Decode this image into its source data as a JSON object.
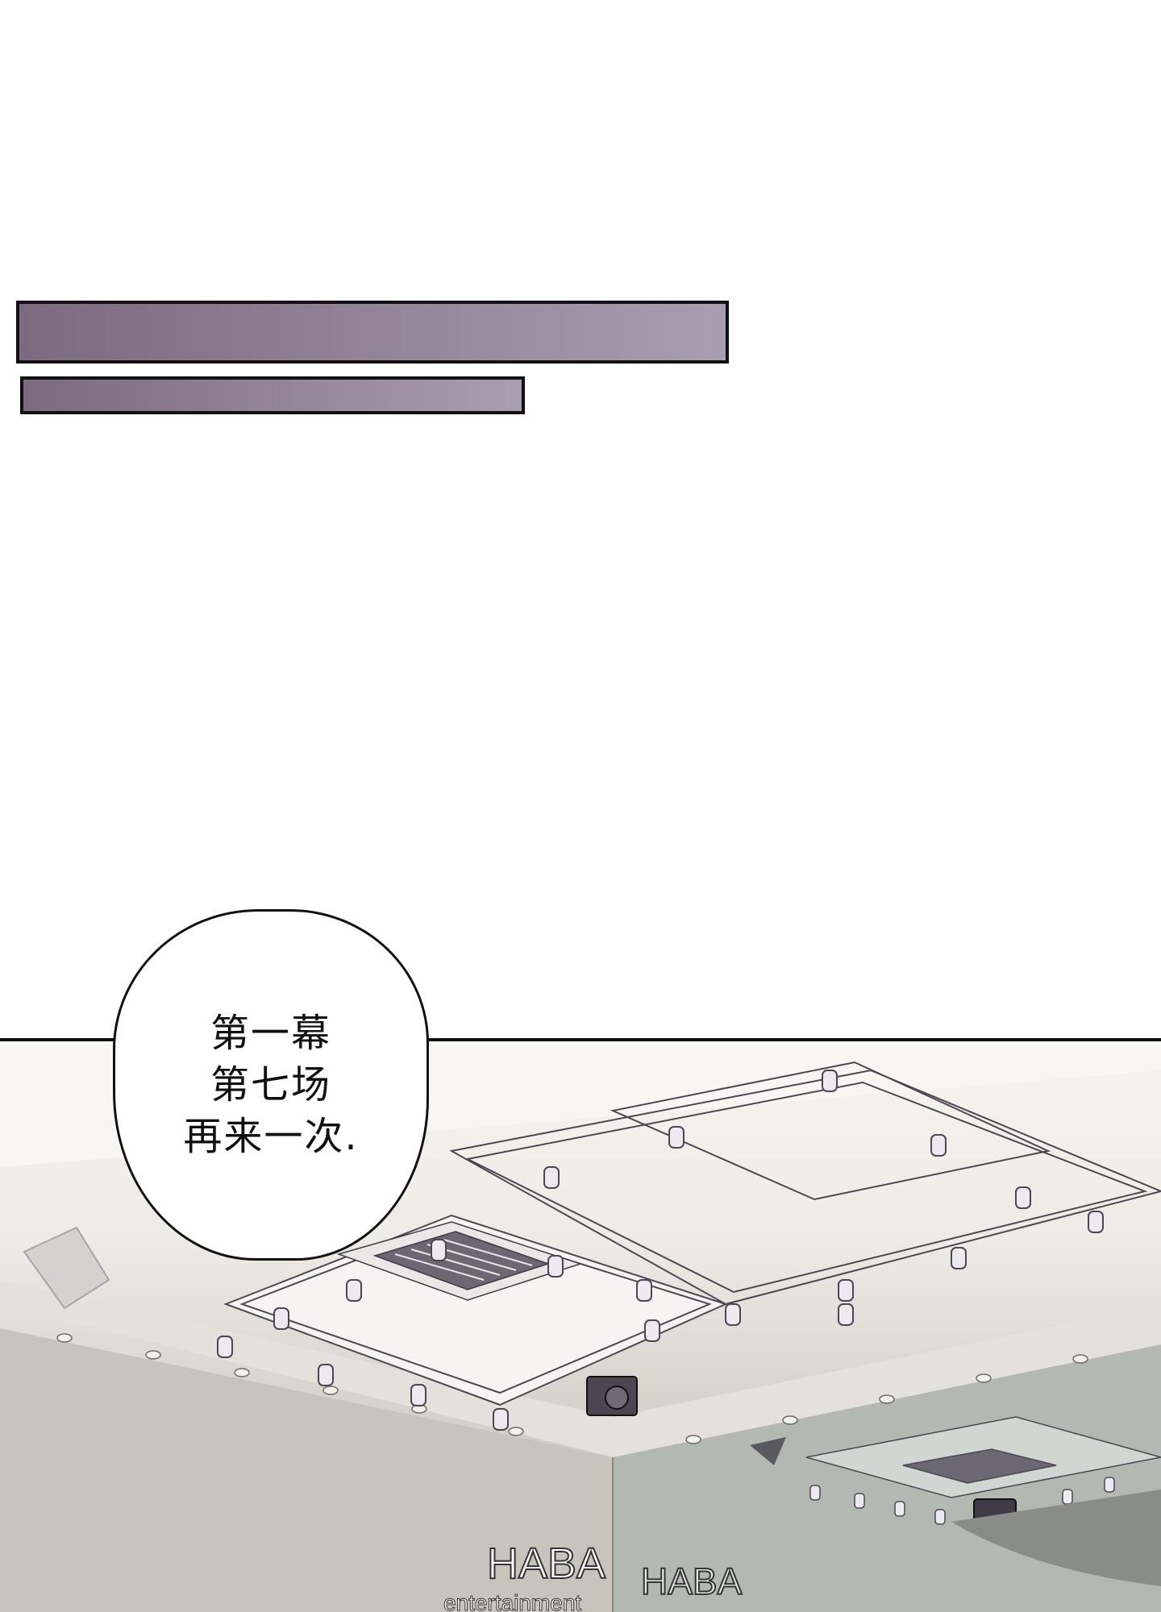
{
  "bubble": {
    "lines": [
      "第一幕",
      "第七场",
      "再来一次."
    ]
  },
  "scene": {
    "wall_sign_1": "HABA",
    "wall_sign_1_sub": "entertainment",
    "wall_sign_2": "HABA"
  },
  "colors": {
    "bar_dark": "#7b6a80",
    "bar_light": "#a99db1",
    "outline": "#111111"
  }
}
